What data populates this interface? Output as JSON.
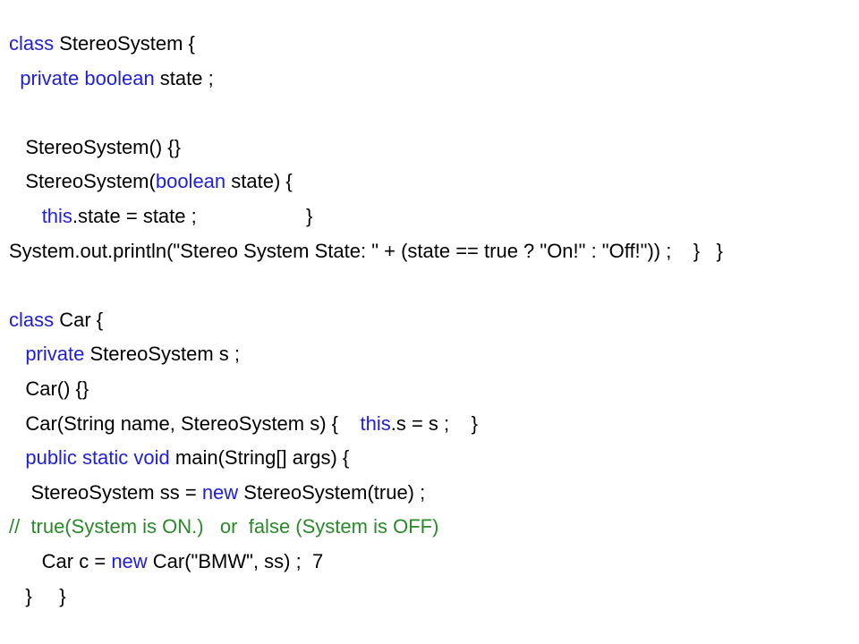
{
  "colors": {
    "text": "#000000",
    "keyword": "#1f1fd8",
    "comment": "#2a8a2a",
    "background": "#ffffff"
  },
  "lines": [
    [
      {
        "t": "class",
        "k": "kw"
      },
      {
        "t": " StereoSystem {",
        "k": ""
      }
    ],
    [
      {
        "t": "  ",
        "k": ""
      },
      {
        "t": "private boolean",
        "k": "kw"
      },
      {
        "t": " state ;",
        "k": ""
      }
    ],
    [],
    [
      {
        "t": "   StereoSystem() {}",
        "k": ""
      }
    ],
    [
      {
        "t": "   StereoSystem(",
        "k": ""
      },
      {
        "t": "boolean",
        "k": "kw"
      },
      {
        "t": " state) {",
        "k": ""
      }
    ],
    [
      {
        "t": "      ",
        "k": ""
      },
      {
        "t": "this",
        "k": "kw"
      },
      {
        "t": ".state = state ;                    }",
        "k": ""
      }
    ],
    [
      {
        "t": "System.out.println(\"Stereo System State: \" + (state == true ? \"On!\" : \"Off!\")) ;    }   }",
        "k": ""
      }
    ],
    [],
    [
      {
        "t": "class",
        "k": "kw"
      },
      {
        "t": " Car {",
        "k": ""
      }
    ],
    [
      {
        "t": "   ",
        "k": ""
      },
      {
        "t": "private",
        "k": "kw"
      },
      {
        "t": " StereoSystem s ;",
        "k": ""
      }
    ],
    [
      {
        "t": "   Car() {}",
        "k": ""
      }
    ],
    [
      {
        "t": "   Car(String name, StereoSystem s) {    ",
        "k": ""
      },
      {
        "t": "this",
        "k": "kw"
      },
      {
        "t": ".s = s ;    }",
        "k": ""
      }
    ],
    [
      {
        "t": "   ",
        "k": ""
      },
      {
        "t": "public static void",
        "k": "kw"
      },
      {
        "t": " main(String[] args) {",
        "k": ""
      }
    ],
    [
      {
        "t": "    StereoSystem ss = ",
        "k": ""
      },
      {
        "t": "new",
        "k": "kw"
      },
      {
        "t": " StereoSystem(true) ;",
        "k": ""
      }
    ],
    [
      {
        "t": "//  true(System is ON.)   or  false (System is OFF)",
        "k": "cm"
      }
    ],
    [
      {
        "t": "      Car c = ",
        "k": ""
      },
      {
        "t": "new",
        "k": "kw"
      },
      {
        "t": " Car(\"BMW\", ss) ;  7",
        "k": ""
      }
    ],
    [
      {
        "t": "   }     }",
        "k": ""
      }
    ]
  ]
}
